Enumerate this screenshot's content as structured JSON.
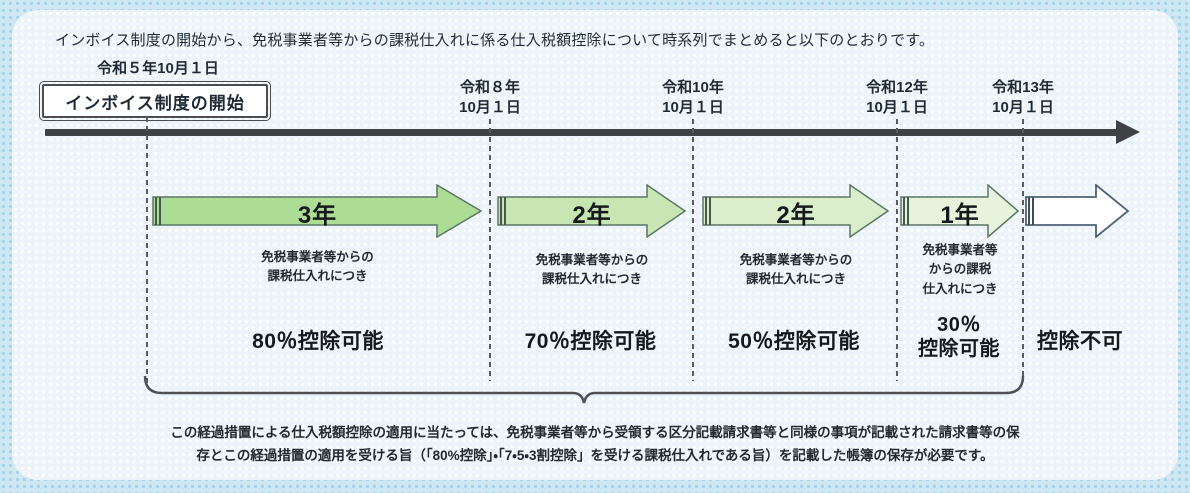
{
  "intro": "インボイス制度の開始から、免税事業者等からの課税仕入れに係る仕入税額控除について時系列でまとめると以下のとおりです。",
  "timeline": {
    "start": {
      "date": "令和５年10月１日",
      "event": "インボイス制度の開始"
    },
    "milestones": [
      {
        "line1": "令和８年",
        "line2": "10月１日"
      },
      {
        "line1": "令和10年",
        "line2": "10月１日"
      },
      {
        "line1": "令和12年",
        "line2": "10月１日"
      },
      {
        "line1": "令和13年",
        "line2": "10月１日"
      }
    ]
  },
  "periods": [
    {
      "duration": "3年",
      "subject": [
        "免税事業者等からの",
        "課税仕入れにつき"
      ],
      "deduction": [
        "80％控除可能"
      ],
      "arrow_fill": "#addd95"
    },
    {
      "duration": "2年",
      "subject": [
        "免税事業者等からの",
        "課税仕入れにつき"
      ],
      "deduction": [
        "70％控除可能"
      ],
      "arrow_fill": "#c8e6b2"
    },
    {
      "duration": "2年",
      "subject": [
        "免税事業者等からの",
        "課税仕入れにつき"
      ],
      "deduction": [
        "50％控除可能"
      ],
      "arrow_fill": "#daeecb"
    },
    {
      "duration": "1年",
      "subject": [
        "免税事業者等",
        "からの課税",
        "仕入れにつき"
      ],
      "deduction": [
        "30％",
        "控除可能"
      ],
      "arrow_fill": "#e7f3dc"
    },
    {
      "duration": "",
      "subject": [],
      "deduction": [
        "控除不可"
      ],
      "arrow_fill": "#ffffff"
    }
  ],
  "note": {
    "line1": "この経過措置による仕入税額控除の適用に当たっては、免税事業者等から受領する区分記載請求書等と同様の事項が記載された請求書等の保",
    "line2": "存とこの経過措置の適用を受ける旨（「80%控除」・「7・5・3割控除」を受ける課税仕入れである旨）を記載した帳簿の保存が必要です。"
  },
  "colors": {
    "timeline": "#3f4144",
    "arrow_stroke": "#5d7568",
    "white_arrow_stroke": "#4e6273",
    "outer_background": "#cfe7f3",
    "panel_background": "#edf4f9"
  }
}
